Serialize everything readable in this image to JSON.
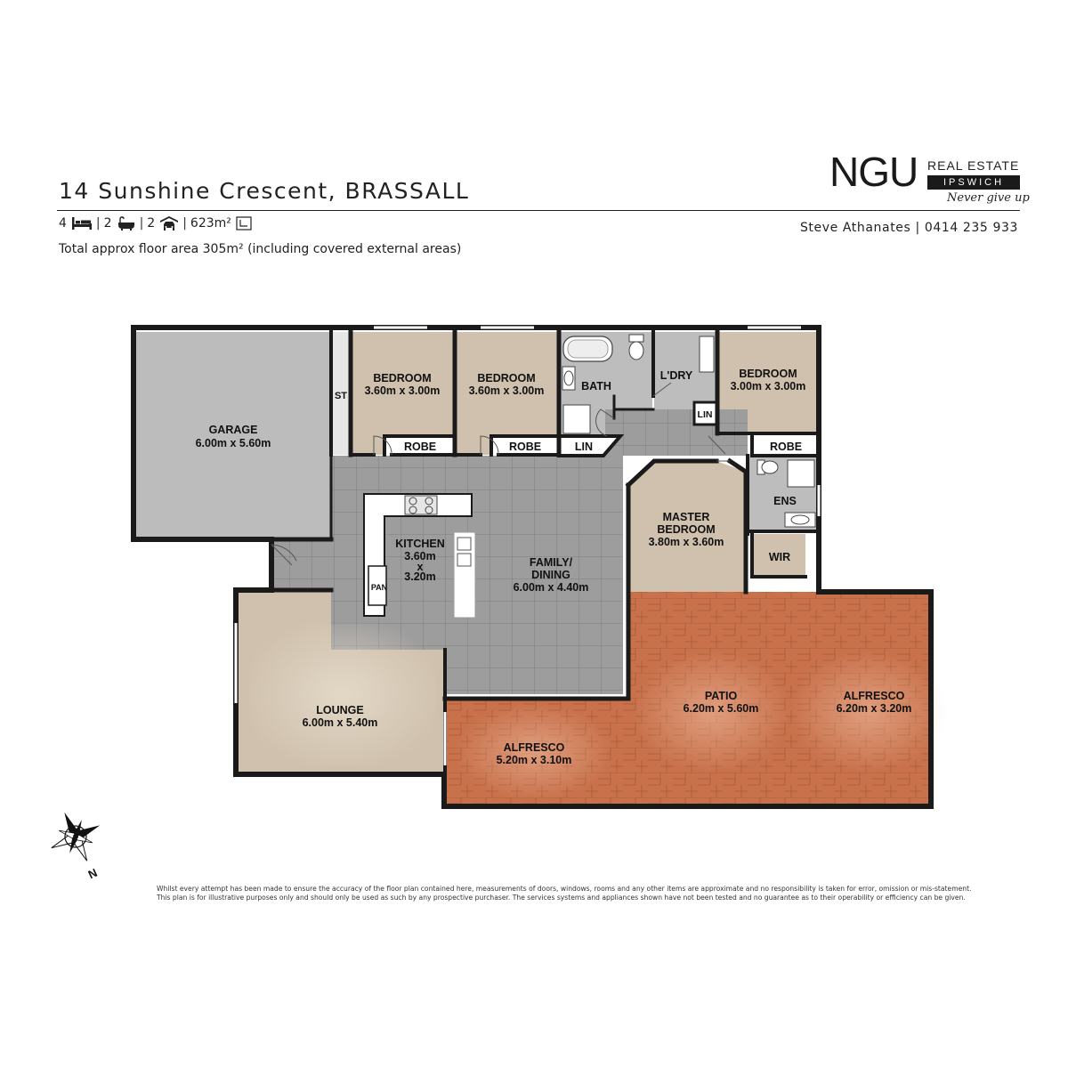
{
  "header": {
    "address": "14 Sunshine Crescent, BRASSALL",
    "beds": "4",
    "baths": "2",
    "cars": "2",
    "land": "623m²",
    "floor_area": "Total approx floor area 305m² (including covered external areas)",
    "agent": "Steve Athanates | 0414 235 933"
  },
  "logo": {
    "brand": "NGU",
    "real_estate": "REAL ESTATE",
    "location": "IPSWICH",
    "tagline": "Never give up"
  },
  "rooms": {
    "garage": {
      "name": "GARAGE",
      "size": "6.00m  x 5.60m"
    },
    "st": {
      "name": "ST"
    },
    "bed1": {
      "name": "BEDROOM",
      "size": "3.60m  x 3.00m"
    },
    "bed2": {
      "name": "BEDROOM",
      "size": "3.60m  x 3.00m"
    },
    "bath": {
      "name": "BATH"
    },
    "laundry": {
      "name": "L'DRY"
    },
    "bed3": {
      "name": "BEDROOM",
      "size": "3.00m  x 3.00m"
    },
    "robe1": {
      "name": "ROBE"
    },
    "robe2": {
      "name": "ROBE"
    },
    "robe3": {
      "name": "ROBE"
    },
    "lin1": {
      "name": "LIN"
    },
    "lin2": {
      "name": "LIN"
    },
    "kitchen": {
      "name": "KITCHEN",
      "size1": "3.60m",
      "x": "x",
      "size2": "3.20m"
    },
    "pan": {
      "name": "PAN"
    },
    "family": {
      "name1": "FAMILY/",
      "name2": "DINING",
      "size": "6.00m  x 4.40m"
    },
    "master": {
      "name1": "MASTER",
      "name2": "BEDROOM",
      "size": "3.80m  x 3.60m"
    },
    "ens": {
      "name": "ENS"
    },
    "wir": {
      "name": "WIR"
    },
    "lounge": {
      "name": "LOUNGE",
      "size": "6.00m  x 5.40m"
    },
    "patio": {
      "name": "PATIO",
      "size": "6.20m  x 5.60m"
    },
    "alfresco1": {
      "name": "ALFRESCO",
      "size": "6.20m  x 3.20m"
    },
    "alfresco2": {
      "name": "ALFRESCO",
      "size": "5.20m  x 3.10m"
    }
  },
  "compass": {
    "north": "N"
  },
  "disclaimer": {
    "line1": "Whilst every attempt has been made to ensure the accuracy of the floor plan contained here, measurements of doors, windows, rooms and any other items are approximate and no responsibility is taken for error, omission or mis-statement.",
    "line2": "This plan is for illustrative purposes only and should only be used as such by any prospective purchaser. The services systems and appliances shown have not been tested and no guarantee as to their operability or efficiency can be given."
  },
  "colors": {
    "garage": "#bdbdbd",
    "carpet": "#cfc1ad",
    "tile": "#9a9a9a",
    "wetarea": "#bebebe",
    "deck": "#c9704a",
    "wall": "#1a1a1a"
  }
}
